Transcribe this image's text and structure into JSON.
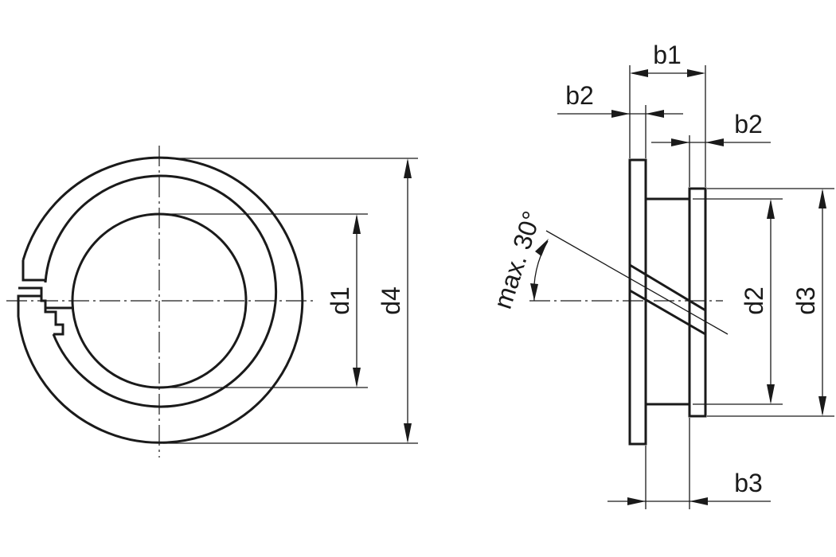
{
  "labels": {
    "d1": "d1",
    "d4": "d4",
    "d2": "d2",
    "d3": "d3",
    "b1": "b1",
    "b2_left": "b2",
    "b2_right": "b2",
    "b3": "b3",
    "angle": "max. 30°"
  },
  "colors": {
    "line": "#1a1a1a",
    "background": "#ffffff"
  }
}
